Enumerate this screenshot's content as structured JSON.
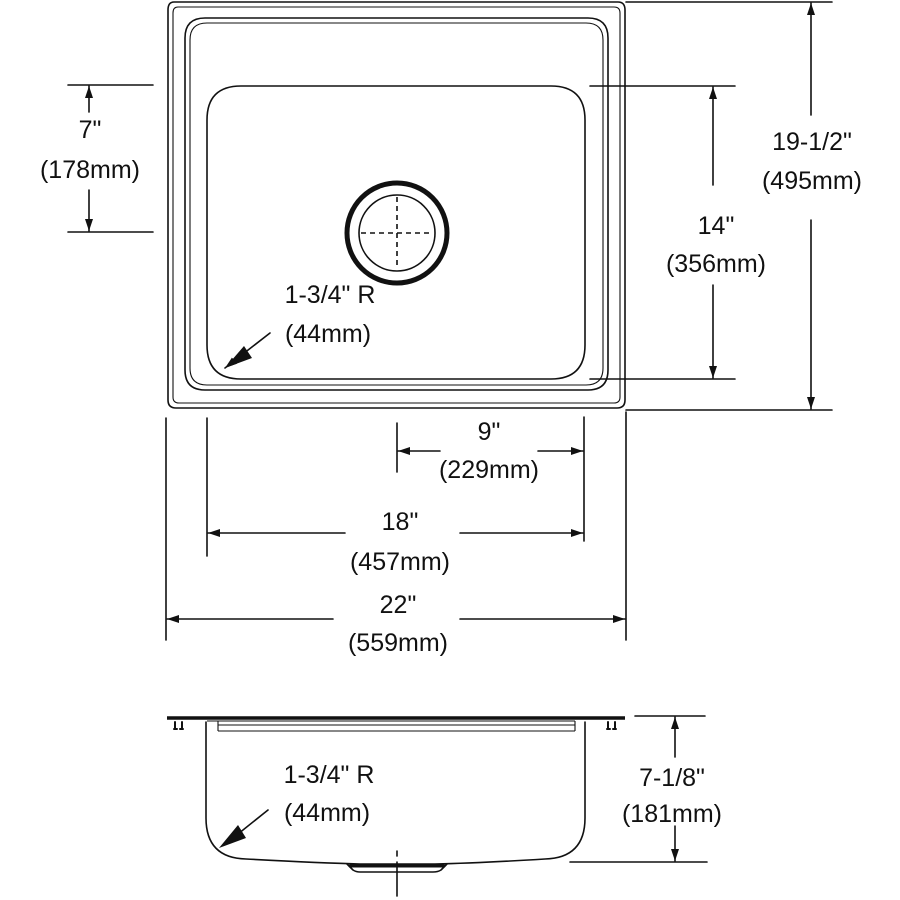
{
  "drawing": {
    "title": "Drop-in sink dimension drawing",
    "line_color": "#111111",
    "background": "#ffffff"
  },
  "top_view": {
    "left_offset": {
      "inch": "7\"",
      "mm": "(178mm)"
    },
    "overall_depth": {
      "inch": "19-1/2\"",
      "mm": "(495mm)"
    },
    "bowl_depth": {
      "inch": "14\"",
      "mm": "(356mm)"
    },
    "corner_radius": {
      "inch": "1-3/4\" R",
      "mm": "(44mm)"
    },
    "drain_offset": {
      "inch": "9\"",
      "mm": "(229mm)"
    },
    "bowl_width": {
      "inch": "18\"",
      "mm": "(457mm)"
    },
    "overall_width": {
      "inch": "22\"",
      "mm": "(559mm)"
    }
  },
  "side_view": {
    "corner_radius": {
      "inch": "1-3/4\" R",
      "mm": "(44mm)"
    },
    "bowl_height": {
      "inch": "7-1/8\"",
      "mm": "(181mm)"
    }
  },
  "icons": [
    "arrow-icon",
    "drain-icon",
    "centerline-icon",
    "clip-icon"
  ]
}
